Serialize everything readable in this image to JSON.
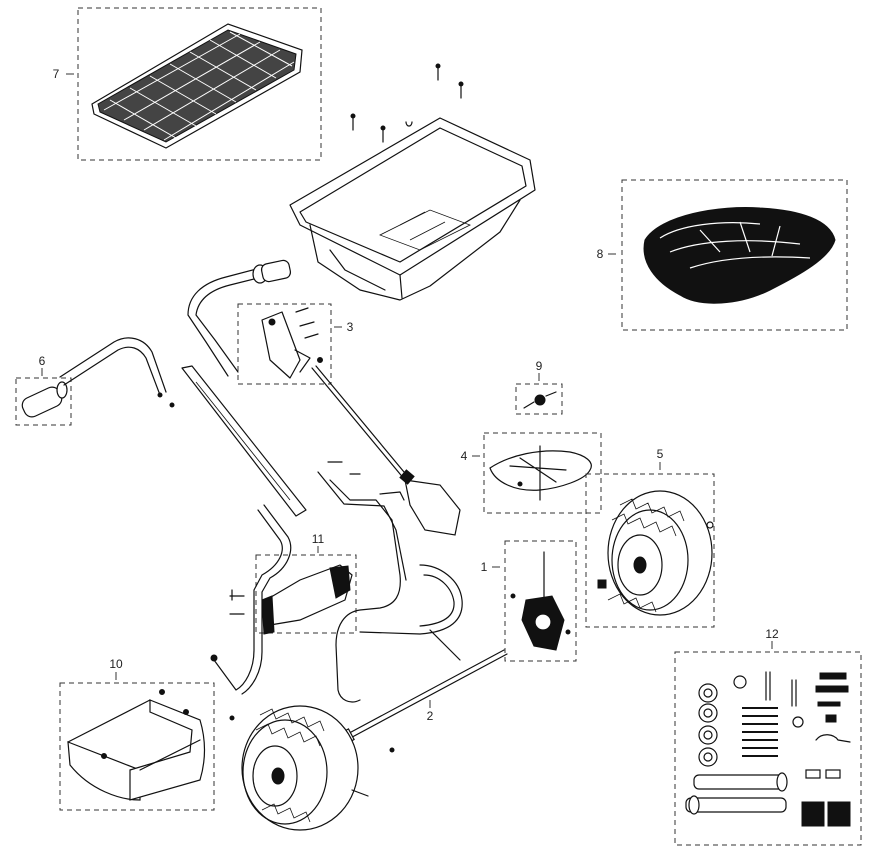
{
  "parts": [
    {
      "number": "1",
      "name_icon": "gearbox-icon"
    },
    {
      "number": "2",
      "name_icon": "axle-icon"
    },
    {
      "number": "3",
      "name_icon": "flow-control-icon"
    },
    {
      "number": "4",
      "name_icon": "spreader-plate-icon"
    },
    {
      "number": "5",
      "name_icon": "wheel-icon"
    },
    {
      "number": "6",
      "name_icon": "handle-grip-icon"
    },
    {
      "number": "7",
      "name_icon": "hopper-screen-icon"
    },
    {
      "number": "8",
      "name_icon": "hopper-cover-icon"
    },
    {
      "number": "9",
      "name_icon": "agitator-icon"
    },
    {
      "number": "10",
      "name_icon": "deflector-icon"
    },
    {
      "number": "11",
      "name_icon": "frame-bracket-icon"
    },
    {
      "number": "12",
      "name_icon": "hardware-kit-icon"
    }
  ],
  "colors": {
    "ink": "#111111",
    "box": "#333333",
    "background": "#ffffff"
  }
}
